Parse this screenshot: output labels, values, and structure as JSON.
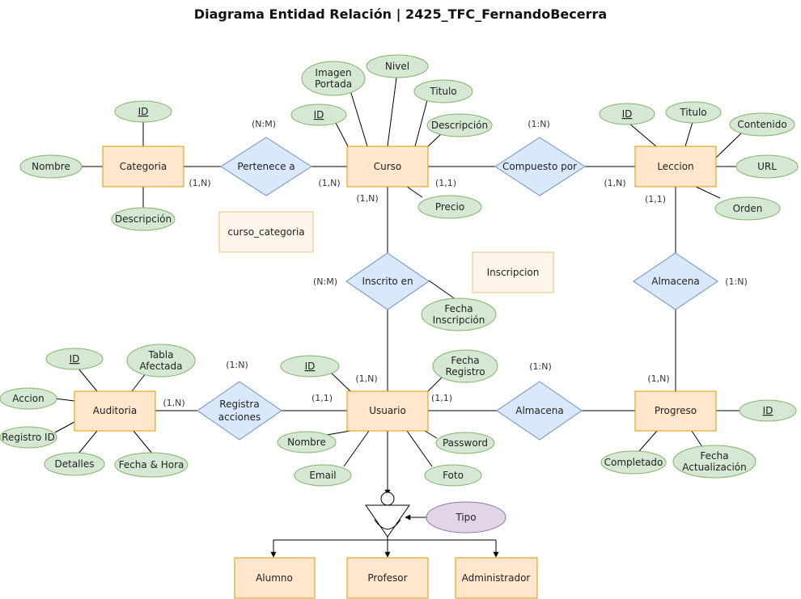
{
  "title": "Diagrama Entidad Relación | 2425_TFC_FernandoBecerra",
  "entities": {
    "categoria": "Categoria",
    "curso": "Curso",
    "leccion": "Leccion",
    "auditoria": "Auditoria",
    "usuario": "Usuario",
    "progreso": "Progreso",
    "alumno": "Alumno",
    "profesor": "Profesor",
    "administrador": "Administrador",
    "curso_categoria": "curso_categoria",
    "inscripcion": "Inscripcion"
  },
  "relationships": {
    "pertenece": "Pertenece a",
    "compuesto": "Compuesto por",
    "inscrito": "Inscrito en",
    "almacena_leccion": "Almacena",
    "registra_1": "Registra",
    "registra_2": "acciones",
    "almacena_progreso": "Almacena"
  },
  "attributes": {
    "cat_id": "ID",
    "cat_nombre": "Nombre",
    "cat_desc": "Descripción",
    "curso_id": "ID",
    "curso_imagen_1": "Imagen",
    "curso_imagen_2": "Portada",
    "curso_nivel": "Nivel",
    "curso_titulo": "Titulo",
    "curso_desc": "Descripción",
    "curso_precio": "Precio",
    "lec_id": "ID",
    "lec_titulo": "Titulo",
    "lec_contenido": "Contenido",
    "lec_url": "URL",
    "lec_orden": "Orden",
    "insc_fecha_1": "Fecha",
    "insc_fecha_2": "Inscripción",
    "aud_id": "ID",
    "aud_tabla_1": "Tabla",
    "aud_tabla_2": "Afectada",
    "aud_accion": "Accion",
    "aud_registro": "Registro ID",
    "aud_detalles": "Detalles",
    "aud_fecha": "Fecha & Hora",
    "usr_id": "ID",
    "usr_fecha_1": "Fecha",
    "usr_fecha_2": "Registro",
    "usr_nombre": "Nombre",
    "usr_password": "Password",
    "usr_email": "Email",
    "usr_foto": "Foto",
    "prog_id": "ID",
    "prog_completado": "Completado",
    "prog_fecha_1": "Fecha",
    "prog_fecha_2": "Actualización",
    "tipo": "Tipo"
  },
  "cardinalities": {
    "c1": "(N:M)",
    "c2": "(1,N)",
    "c3": "(1,N)",
    "c4": "(1,N)",
    "c5": "(1,1)",
    "c6": "(1:N)",
    "c7": "(1,N)",
    "c8": "(1,1)",
    "c9": "(N:M)",
    "c10": "(1:N)",
    "c11": "(1:N)",
    "c12": "(1,N)",
    "c13": "(1,1)",
    "c14": "(1,N)",
    "c15": "(1,1)",
    "c16": "(1:N)",
    "c17": "(1,N)"
  },
  "colors": {
    "entity_fill": "#ffe6cc",
    "entity_stroke": "#d79b00",
    "relationship_fill": "#dae8fc",
    "relationship_stroke": "#6c8ebf",
    "attribute_fill": "#d5e8d4",
    "attribute_stroke": "#82b366",
    "discriminator_fill": "#e1d5e7"
  }
}
